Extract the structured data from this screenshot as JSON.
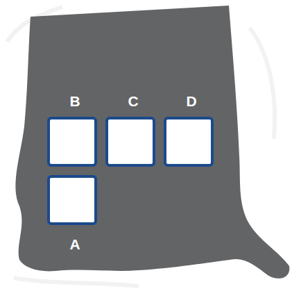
{
  "diagram": {
    "nodes": [
      {
        "text": [
          "B"
        ]
      },
      {
        "text": [
          "C"
        ]
      },
      {
        "text": [
          "D"
        ]
      },
      {
        "text": [
          "A"
        ]
      }
    ]
  }
}
